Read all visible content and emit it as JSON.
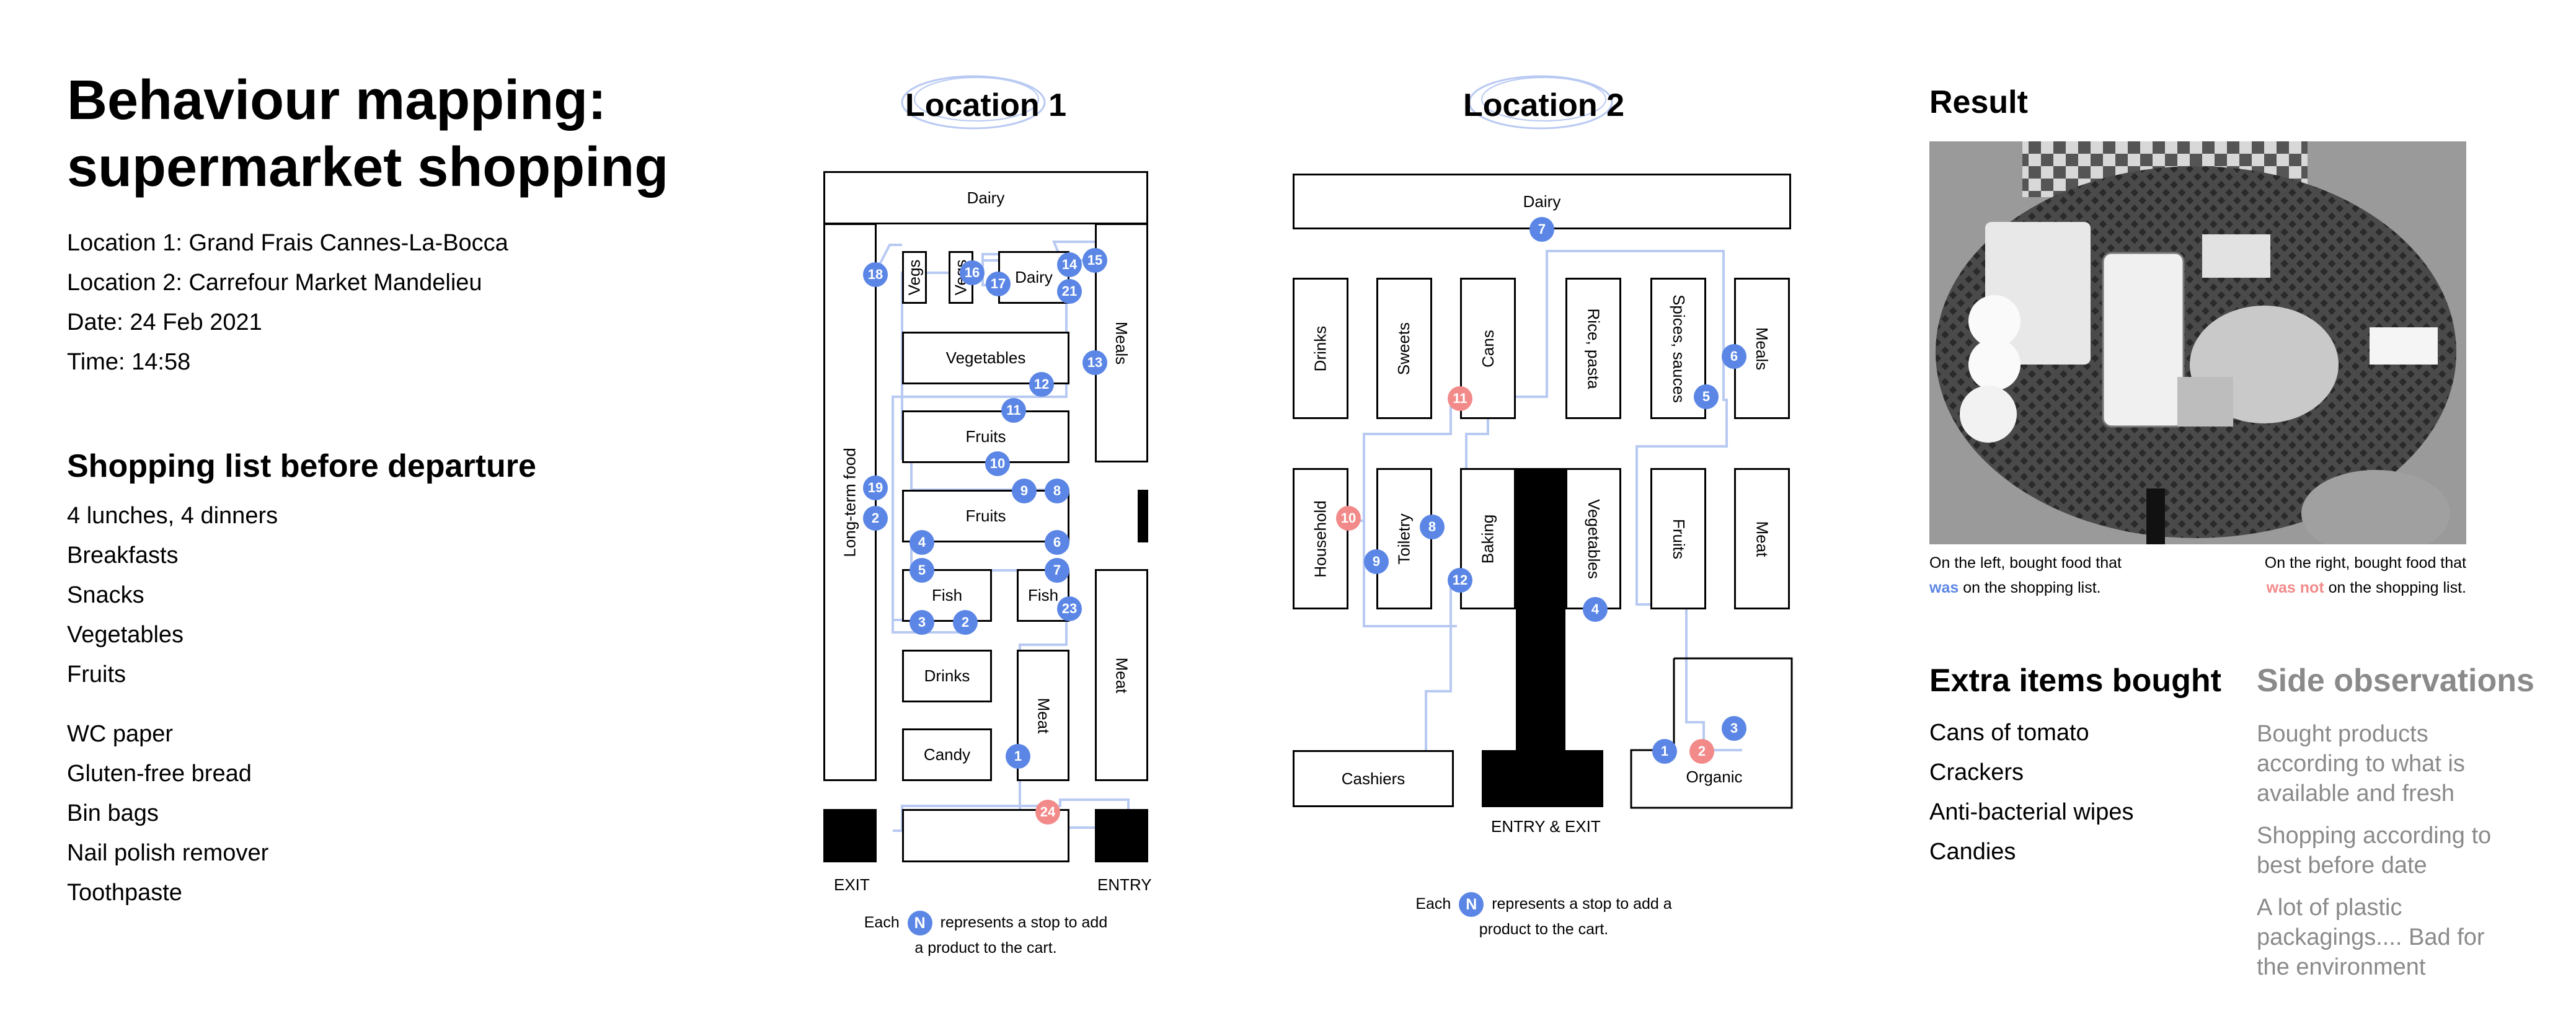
{
  "header": {
    "title_line1": "Behaviour mapping:",
    "title_line2": "supermarket shopping",
    "info": [
      "Location 1: Grand Frais Cannes-La-Bocca",
      "Location 2: Carrefour Market Mandelieu",
      "Date: 24 Feb 2021",
      "Time: 14:58"
    ]
  },
  "shopping_list": {
    "heading": "Shopping list before departure",
    "group1": [
      "4 lunches, 4 dinners",
      "Breakfasts",
      "Snacks",
      "Vegetables",
      "Fruits"
    ],
    "group2": [
      "WC paper",
      "Gluten-free bread",
      "Bin bags",
      "Nail polish remover",
      "Toothpaste"
    ]
  },
  "location1": {
    "title": "Location 1",
    "aisles": {
      "dairy_top": "Dairy",
      "long_term": "Long-term food",
      "vegs1": "Vegs",
      "vegs2": "Vegs",
      "dairy_small": "Dairy",
      "vegetables": "Vegetables",
      "fruits1": "Fruits",
      "fruits2": "Fruits",
      "fish1": "Fish",
      "fish2": "Fish",
      "drinks": "Drinks",
      "candy": "Candy",
      "meat_small": "Meat",
      "meals": "Meals",
      "meat_right": "Meat"
    },
    "exit": "EXIT",
    "entry": "ENTRY",
    "legend_each": "Each",
    "legend_n": "N",
    "legend_text1": "represents a stop to add",
    "legend_text2": "a product to the cart.",
    "stops": [
      "1",
      "2",
      "3",
      "2",
      "4",
      "5",
      "6",
      "7",
      "8",
      "9",
      "10",
      "11",
      "12",
      "13",
      "14",
      "15",
      "16",
      "17",
      "18",
      "19",
      "21",
      "23",
      "24"
    ]
  },
  "location2": {
    "title": "Location 2",
    "aisles": {
      "dairy": "Dairy",
      "drinks": "Drinks",
      "sweets": "Sweets",
      "cans": "Cans",
      "rice_pasta": "Rice, pasta",
      "spices": "Spices, sauces",
      "meals": "Meals",
      "household": "Household",
      "toiletry": "Toiletry",
      "baking": "Baking",
      "vegetables": "Vegetables",
      "fruits": "Fruits",
      "meat": "Meat",
      "cashiers": "Cashiers",
      "organic": "Organic"
    },
    "entry_exit": "ENTRY & EXIT",
    "legend_each": "Each",
    "legend_n": "N",
    "legend_text1": "represents a stop to add a",
    "legend_text2": "product to the cart.",
    "stops": [
      "1",
      "2",
      "3",
      "4",
      "5",
      "6",
      "7",
      "8",
      "9",
      "10",
      "11",
      "12"
    ]
  },
  "result": {
    "heading": "Result",
    "left_caption_1": "On the left, bought food that",
    "left_caption_was": "was",
    "left_caption_2": "on the shopping list.",
    "right_caption_1": "On the right, bought food that",
    "right_caption_was_not": "was not",
    "right_caption_2": "on the shopping list."
  },
  "extra_items": {
    "heading": "Extra items bought",
    "items": [
      "Cans of tomato",
      "Crackers",
      "Anti-bacterial wipes",
      "Candies"
    ]
  },
  "side_observations": {
    "heading": "Side observations",
    "items": [
      [
        "Bought products",
        "according to what is",
        "available and fresh"
      ],
      [
        "Shopping according to",
        "best before date"
      ],
      [
        "A lot of plastic",
        "packagings.... Bad for",
        "the environment"
      ]
    ]
  },
  "colors": {
    "stop_blue": "#5b86e5",
    "stop_red": "#f28a8a",
    "path": "#b8c9f2",
    "gray_text": "#8a8a8a"
  }
}
